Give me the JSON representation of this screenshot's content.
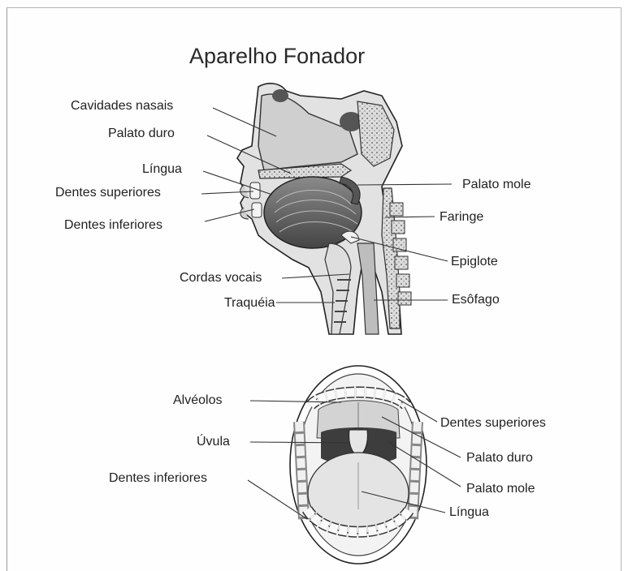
{
  "title": "Aparelho Fonador",
  "sagittal_labels": {
    "cavidades_nasais": "Cavidades nasais",
    "palato_duro": "Palato duro",
    "lingua": "Língua",
    "dentes_superiores": "Dentes superiores",
    "dentes_inferiores": "Dentes inferiores",
    "cordas_vocais": "Cordas vocais",
    "traqueia": "Traquéia",
    "palato_mole": "Palato mole",
    "faringe": "Faringe",
    "epiglote": "Epiglote",
    "esofago": "Esôfago"
  },
  "mouth_labels": {
    "alveolos": "Alvéolos",
    "uvula": "Úvula",
    "dentes_inferiores": "Dentes inferiores",
    "dentes_superiores": "Dentes superiores",
    "palato_duro": "Palato duro",
    "palato_mole": "Palato mole",
    "lingua": "Língua"
  },
  "colors": {
    "tissue": "#cfcfcf",
    "dark": "#3a3a3a",
    "bone": "#d8d8d8",
    "line": "#333333"
  }
}
